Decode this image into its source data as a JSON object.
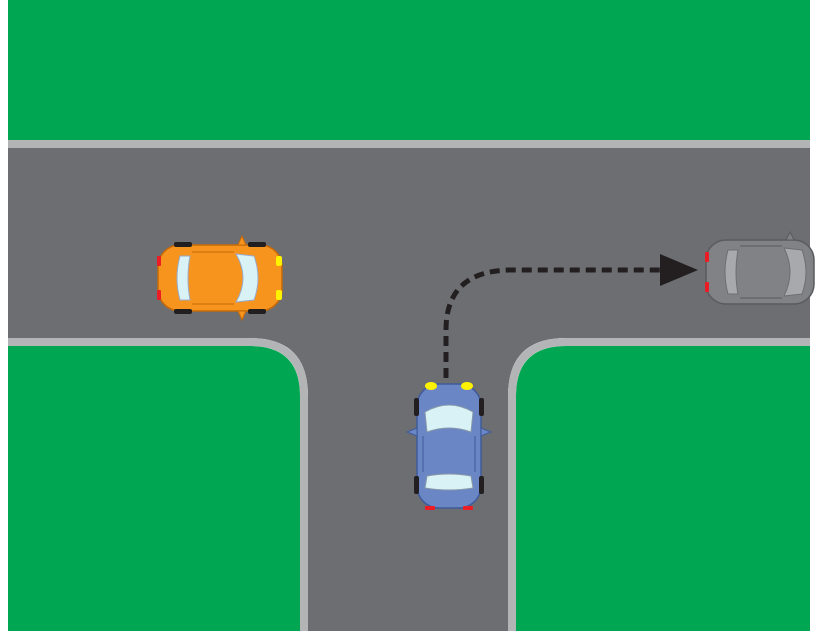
{
  "scene": {
    "type": "t-intersection",
    "colors": {
      "grass": "#00a651",
      "road": "#6d6e71",
      "curb": "#b3b4b6",
      "border": "#ffffff",
      "arrow": "#231f20"
    }
  },
  "vehicles": [
    {
      "id": "orange-car",
      "color": "#f7941d",
      "heading": "east",
      "state": "approaching"
    },
    {
      "id": "blue-car",
      "color": "#6b86c4",
      "heading": "north",
      "state": "turning-right",
      "indicator": "right"
    },
    {
      "id": "gray-car",
      "color": "#808285",
      "heading": "east",
      "state": "future-position"
    }
  ],
  "path": {
    "style": "dashed",
    "direction": "right-turn"
  }
}
